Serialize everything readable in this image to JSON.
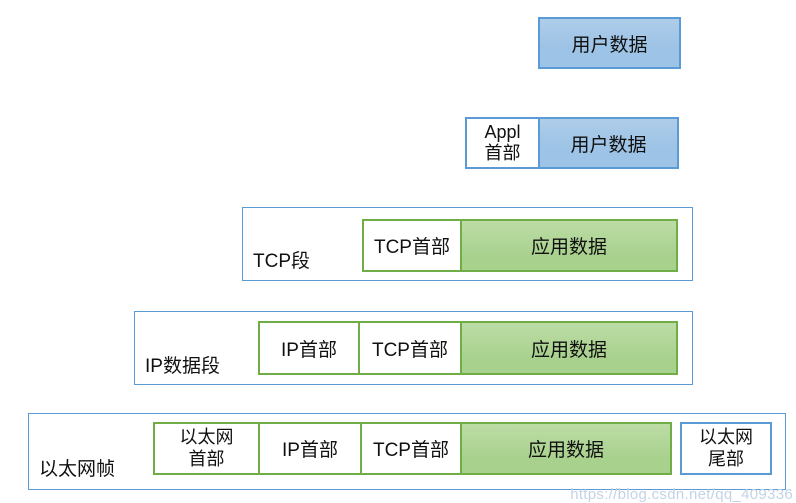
{
  "colors": {
    "blue_fill": "#9dc3e6",
    "blue_border": "#5b9bd5",
    "green_fill": "#a9d18e",
    "green_border": "#70ad47",
    "watermark": "#c3d3e6"
  },
  "diagram": {
    "row1": {
      "user_data": "用户数据"
    },
    "row2": {
      "appl_header_line1": "Appl",
      "appl_header_line2": "首部",
      "user_data": "用户数据"
    },
    "row3": {
      "caption": "TCP段",
      "tcp_header": "TCP首部",
      "app_data": "应用数据"
    },
    "row4": {
      "caption": "IP数据段",
      "ip_header": "IP首部",
      "tcp_header": "TCP首部",
      "app_data": "应用数据"
    },
    "row5": {
      "caption": "以太网帧",
      "eth_header_line1": "以太网",
      "eth_header_line2": "首部",
      "ip_header": "IP首部",
      "tcp_header": "TCP首部",
      "app_data": "应用数据",
      "eth_trailer_line1": "以太网",
      "eth_trailer_line2": "尾部"
    }
  },
  "watermark": {
    "text": "https://blog.csdn.net/qq_409336"
  }
}
